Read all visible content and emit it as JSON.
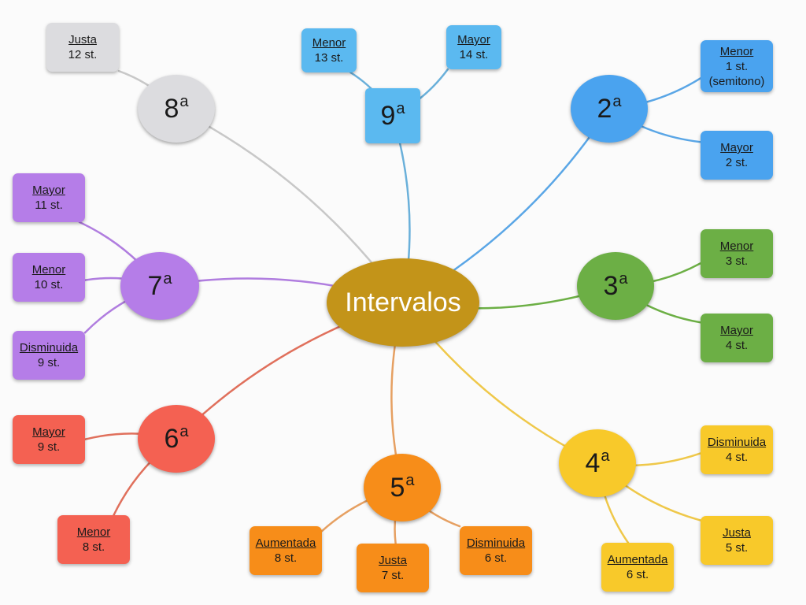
{
  "center": {
    "label": "Intervalos",
    "color": "#c39419"
  },
  "nodes": [
    {
      "id": "2a",
      "num": "2",
      "sup": "a",
      "color": "#4aa3ef",
      "line": "#5aa6e6",
      "leaves": [
        {
          "name": "Menor",
          "lines": [
            "1 st.",
            "(semitono)"
          ]
        },
        {
          "name": "Mayor",
          "lines": [
            "2 st."
          ]
        }
      ]
    },
    {
      "id": "3a",
      "num": "3",
      "sup": "a",
      "color": "#6caf45",
      "line": "#6caf45",
      "leaves": [
        {
          "name": "Menor",
          "lines": [
            "3 st."
          ]
        },
        {
          "name": "Mayor",
          "lines": [
            "4 st."
          ]
        }
      ]
    },
    {
      "id": "4a",
      "num": "4",
      "sup": "a",
      "color": "#f8c92a",
      "line": "#efc84a",
      "leaves": [
        {
          "name": "Disminuida",
          "lines": [
            "4 st."
          ]
        },
        {
          "name": "Justa",
          "lines": [
            "5 st."
          ]
        },
        {
          "name": "Aumentada",
          "lines": [
            "6 st."
          ]
        }
      ]
    },
    {
      "id": "5a",
      "num": "5",
      "sup": "a",
      "color": "#f78d19",
      "line": "#e6a062",
      "leaves": [
        {
          "name": "Aumentada",
          "lines": [
            "8 st."
          ]
        },
        {
          "name": "Justa",
          "lines": [
            "7 st."
          ]
        },
        {
          "name": "Disminuida",
          "lines": [
            "6 st."
          ]
        }
      ]
    },
    {
      "id": "6a",
      "num": "6",
      "sup": "a",
      "color": "#f46152",
      "line": "#e0705c",
      "leaves": [
        {
          "name": "Mayor",
          "lines": [
            "9 st."
          ]
        },
        {
          "name": "Menor",
          "lines": [
            "8 st."
          ]
        }
      ]
    },
    {
      "id": "7a",
      "num": "7",
      "sup": "a",
      "color": "#b57de8",
      "line": "#b07ddf",
      "leaves": [
        {
          "name": "Mayor",
          "lines": [
            "11 st."
          ]
        },
        {
          "name": "Menor",
          "lines": [
            "10 st."
          ]
        },
        {
          "name": "Disminuida",
          "lines": [
            "9 st."
          ]
        }
      ]
    },
    {
      "id": "8a",
      "num": "8",
      "sup": "a",
      "color": "#dcdcdf",
      "line": "#c8c8c8",
      "leaves": [
        {
          "name": "Justa",
          "lines": [
            "12 st."
          ]
        }
      ]
    },
    {
      "id": "9a",
      "num": "9",
      "sup": "a",
      "color": "#5bb9f0",
      "line": "#6ab0da",
      "leaves": [
        {
          "name": "Menor",
          "lines": [
            "13 st."
          ]
        },
        {
          "name": "Mayor",
          "lines": [
            "14 st."
          ]
        }
      ]
    }
  ]
}
